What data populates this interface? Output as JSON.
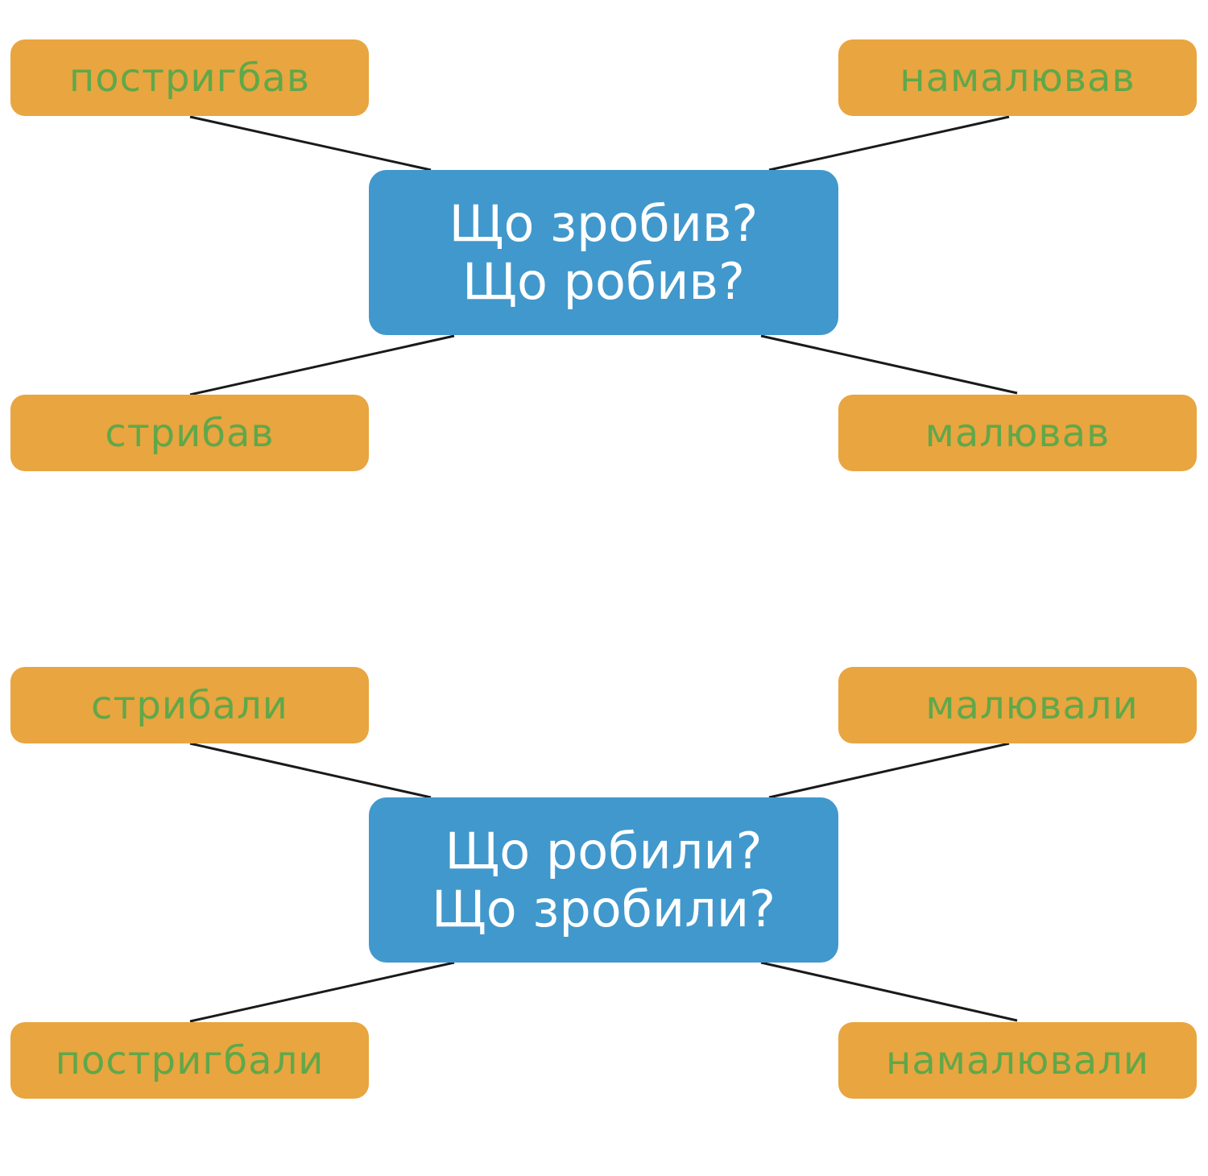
{
  "colors": {
    "leaf_fill": "#E9A53F",
    "leaf_text": "#5FA84A",
    "hub_fill": "#4198CC",
    "hub_text": "#FFFFFF",
    "connector": "#1A1A1A"
  },
  "diagram_1": {
    "hub": {
      "line_1": "Що зробив?",
      "line_2": "Що робив?"
    },
    "top_left": "постригбав",
    "top_right": "намалював",
    "bottom_left": "стрибав",
    "bottom_right": "малював"
  },
  "diagram_2": {
    "hub": {
      "line_1": "Що робили?",
      "line_2": "Що зробили?"
    },
    "top_left": "стрибали",
    "top_right": "малювали",
    "bottom_left": "постригбали",
    "bottom_right": "намалювали"
  }
}
